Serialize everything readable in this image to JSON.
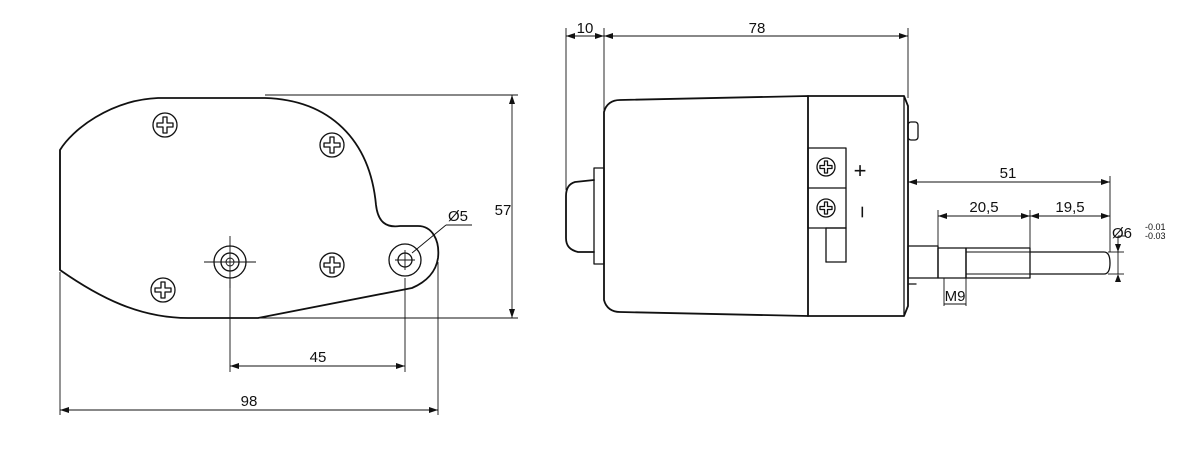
{
  "dimensions": {
    "left_view": {
      "width": "98",
      "height": "57",
      "hole_spacing": "45",
      "hole_diameter": "Ø5"
    },
    "right_view": {
      "rear_cap": "10",
      "body_length": "78",
      "shaft_length": "51",
      "thread_length": "20,5",
      "plain_shaft_length": "19,5",
      "shaft_diameter": "Ø6",
      "shaft_tol_upper": "-0.01",
      "shaft_tol_lower": "-0.03",
      "thread_size": "M9"
    }
  },
  "terminals": {
    "positive": "+",
    "negative": "−"
  }
}
